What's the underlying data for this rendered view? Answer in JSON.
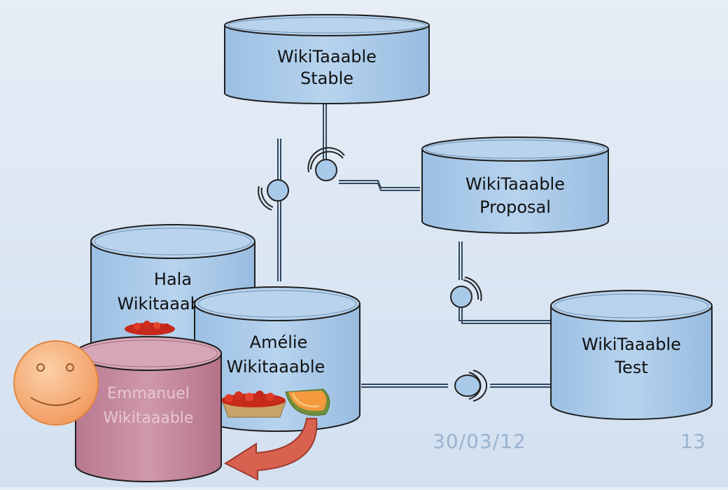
{
  "nodes": {
    "stable": {
      "line1": "WikiTaaable",
      "line2": "Stable"
    },
    "proposal": {
      "line1": "WikiTaaable",
      "line2": "Proposal"
    },
    "test": {
      "line1": "WikiTaaable",
      "line2": "Test"
    },
    "hala": {
      "line1": "Hala",
      "line2": "Wikitaaable"
    },
    "amelie": {
      "line1": "Amélie",
      "line2": "Wikitaaable"
    },
    "emmanuel": {
      "line1": "Emmanuel",
      "line2": "Wikitaaable"
    }
  },
  "footer": {
    "date": "30/03/12",
    "page": "13"
  },
  "colors": {
    "db_fill": "#a9c9e8",
    "db_stroke": "#1f1f1f",
    "personal_db_fill": "#c48aa0",
    "personal_text": "#e7c6d2",
    "arrow_fill": "#d9614f",
    "smiley_fill": "#f7b27d",
    "connector": "#3d5a78"
  },
  "icons": [
    "strawberry-basket-icon",
    "melon-icon",
    "smiley-face-icon",
    "curved-arrow-icon",
    "interface-connector-icon"
  ]
}
